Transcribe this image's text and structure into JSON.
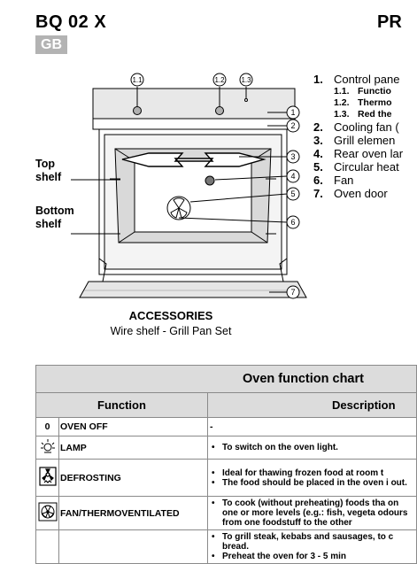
{
  "header": {
    "model": "BQ 02 X",
    "section_partial": "PR",
    "language_badge": "GB"
  },
  "diagram": {
    "callouts": [
      "1.1",
      "1.2",
      "1.3",
      "1",
      "2",
      "3",
      "4",
      "5",
      "6",
      "7"
    ],
    "top_shelf_label": [
      "Top",
      "shelf"
    ],
    "bottom_shelf_label": [
      "Bottom",
      "shelf"
    ]
  },
  "parts": [
    {
      "num": "1.",
      "label": "Control pane"
    },
    {
      "num": "1.1.",
      "label": "Functio",
      "sub": true
    },
    {
      "num": "1.2.",
      "label": "Thermo",
      "sub": true
    },
    {
      "num": "1.3.",
      "label": "Red the",
      "sub": true
    },
    {
      "num": "2.",
      "label": "Cooling fan ("
    },
    {
      "num": "3.",
      "label": "Grill elemen"
    },
    {
      "num": "4.",
      "label": "Rear oven lar"
    },
    {
      "num": "5.",
      "label": "Circular heat"
    },
    {
      "num": "6.",
      "label": "Fan"
    },
    {
      "num": "7.",
      "label": "Oven door"
    }
  ],
  "accessories": {
    "title": "ACCESSORIES",
    "items": "Wire shelf - Grill Pan Set"
  },
  "function_chart": {
    "title": "Oven function chart",
    "col_function": "Function",
    "col_description": "Description",
    "rows": [
      {
        "code": "0",
        "icon": "",
        "name": "OVEN OFF",
        "desc": [
          "-"
        ],
        "dash": true
      },
      {
        "code": "",
        "icon": "lamp-icon",
        "name": "LAMP",
        "desc": [
          "To switch on the oven light."
        ]
      },
      {
        "code": "",
        "icon": "defrost-icon",
        "name": "DEFROSTING",
        "desc": [
          "Ideal for thawing frozen food at room t",
          "The food should be placed in the oven i out."
        ]
      },
      {
        "code": "",
        "icon": "fan-icon",
        "name": "FAN/THERMOVENTILATED",
        "desc": [
          "To cook (without preheating) foods tha on one or more levels (e.g.: fish, vegeta odours from one foodstuff to the other"
        ]
      },
      {
        "code": "",
        "icon": "",
        "name": "",
        "desc": [
          "To grill steak, kebabs and sausages, to c bread.",
          "Preheat the oven for 3 - 5 min"
        ]
      }
    ]
  }
}
